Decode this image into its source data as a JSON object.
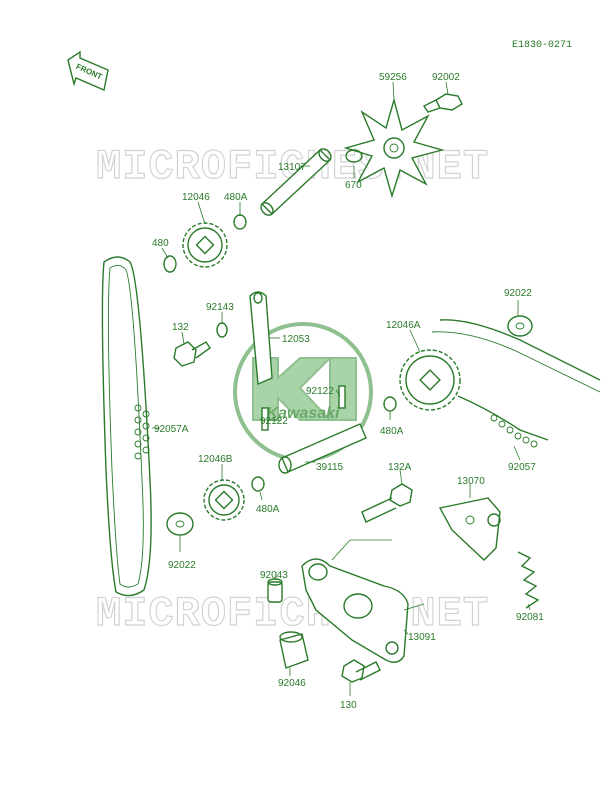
{
  "diagram_code": "E1830-0271",
  "direction_label": "FRONT",
  "watermark_text": "MICROFICHES.NET",
  "logo_text": "Kawasaki",
  "colors": {
    "ink": "#2a7a2a",
    "watermark": "#d3d3d3",
    "logo": "#8fc08f"
  },
  "parts": [
    "59256",
    "92002",
    "13107",
    "670",
    "12046",
    "480A",
    "480",
    "92022",
    "92143",
    "132",
    "12053",
    "12046A",
    "92122",
    "92122",
    "480A",
    "92057A",
    "39115",
    "12046B",
    "480A",
    "92057",
    "132A",
    "13070",
    "92022",
    "92043",
    "92081",
    "13091",
    "92046",
    "130"
  ]
}
